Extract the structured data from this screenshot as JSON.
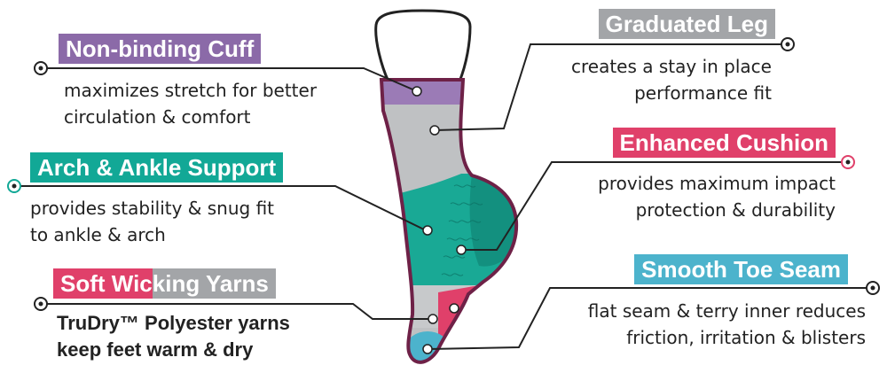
{
  "callouts": {
    "cuff": {
      "title": "Non-binding Cuff",
      "lines": [
        "maximizes stretch for better",
        "circulation & comfort"
      ]
    },
    "arch": {
      "title": "Arch & Ankle Support",
      "lines": [
        "provides stability & snug fit",
        "to ankle & arch"
      ]
    },
    "wicking": {
      "title_part1": "Soft Wic",
      "title_part2": "king Yarns",
      "lines": [
        "TruDry™ Polyester yarns",
        "keep feet warm & dry"
      ]
    },
    "leg": {
      "title": "Graduated Leg",
      "lines": [
        "creates a stay in place",
        "performance fit"
      ]
    },
    "cushion": {
      "title": "Enhanced Cushion",
      "lines": [
        "provides maximum impact",
        "protection & durability"
      ]
    },
    "toe": {
      "title": "Smooth Toe Seam",
      "lines": [
        "flat seam & terry inner reduces",
        "friction, irritation & blisters"
      ]
    }
  },
  "colors": {
    "purple": "#8b6aa8",
    "teal": "#12a896",
    "pink": "#e0406a",
    "gray": "#a3a5a8",
    "blue": "#4cb3cc",
    "outline": "#6e2147"
  }
}
